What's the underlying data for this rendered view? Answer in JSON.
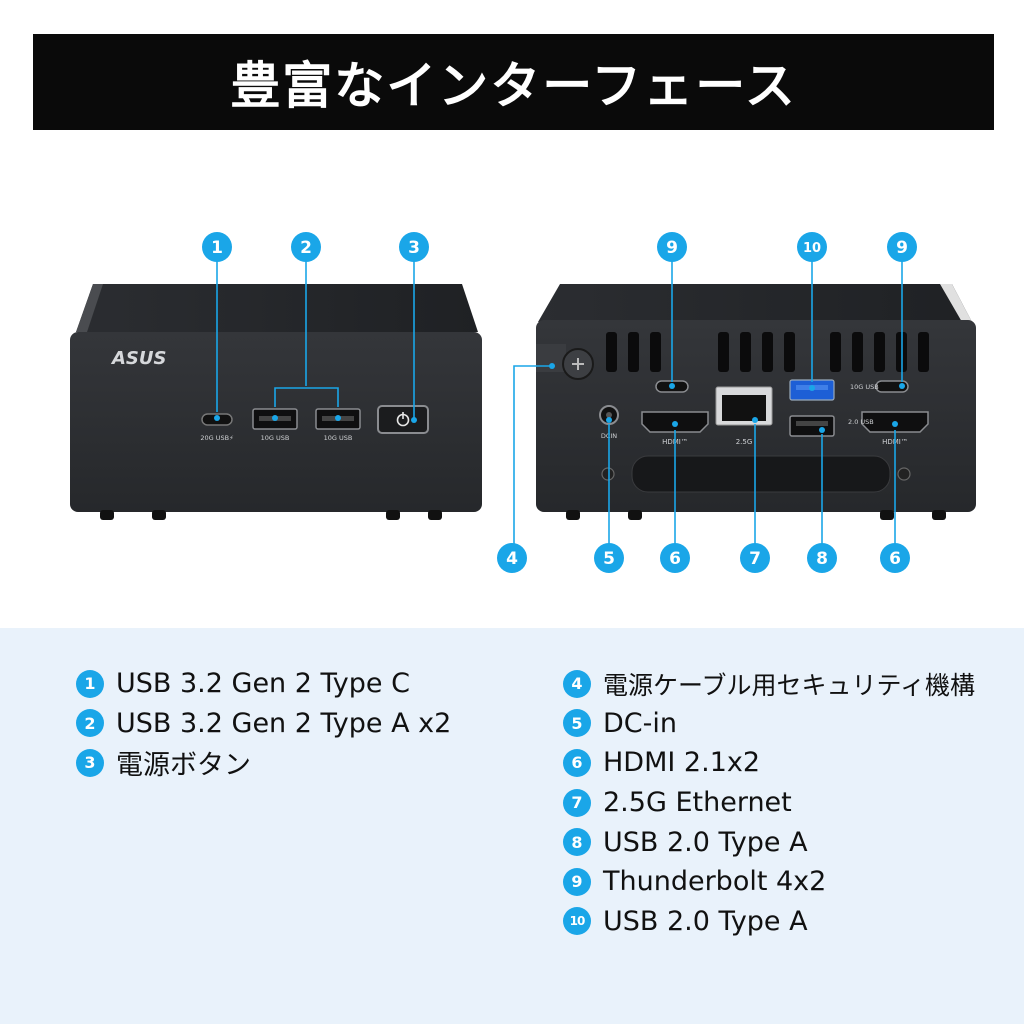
{
  "title": "豊富なインターフェース",
  "device": {
    "brand": "ASUS",
    "front_port_labels": [
      "20G USB⚡",
      "10G USB",
      "10G USB"
    ],
    "rear_port_labels": [
      "DCIN",
      "HDMI™",
      "2.5G",
      "10G USB",
      "2.0 USB",
      "HDMI™"
    ]
  },
  "callouts": {
    "front": [
      "1",
      "2",
      "3"
    ],
    "rear_top": [
      "9",
      "10",
      "9"
    ],
    "rear_bottom": [
      "4",
      "5",
      "6",
      "7",
      "8",
      "6"
    ]
  },
  "colors": {
    "accent": "#1aa6e8",
    "title_bg": "#0a0a0a",
    "panel_bg": "#e9f2fb",
    "device": "#2e3034"
  },
  "legend": {
    "left": [
      {
        "num": "1",
        "label": "USB 3.2 Gen 2 Type C"
      },
      {
        "num": "2",
        "label": "USB 3.2 Gen 2 Type A x2"
      },
      {
        "num": "3",
        "label": "電源ボタン"
      }
    ],
    "right": [
      {
        "num": "4",
        "label": "電源ケーブル用セキュリティ機構"
      },
      {
        "num": "5",
        "label": "DC-in"
      },
      {
        "num": "6",
        "label": "HDMI 2.1x2"
      },
      {
        "num": "7",
        "label": "2.5G Ethernet"
      },
      {
        "num": "8",
        "label": "USB 2.0 Type A"
      },
      {
        "num": "9",
        "label": "Thunderbolt 4x2"
      },
      {
        "num": "10",
        "label": "USB 2.0 Type A"
      }
    ]
  }
}
